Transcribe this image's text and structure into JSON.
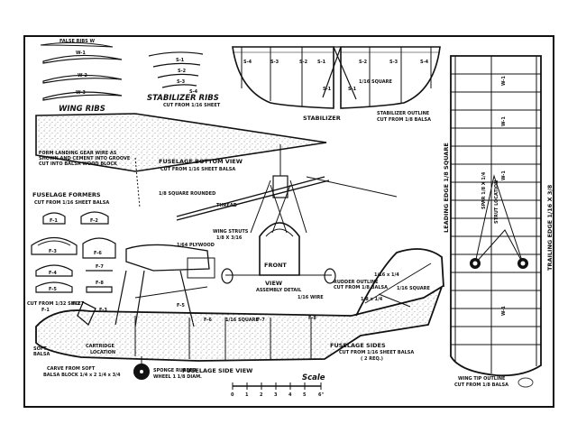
{
  "labels": {
    "false_ribs": "FALSE RIBS W",
    "w1": "W-1",
    "w2": "W-2",
    "w3": "W-3",
    "wing_ribs": "WING RIBS",
    "s1": "S-1",
    "s2": "S-2",
    "s3": "S-3",
    "s4": "S-4",
    "stab_ribs": "STABILIZER RIBS",
    "stab_ribs_sub": "CUT FROM 1/16 SHEET",
    "stabilizer": "STABILIZER",
    "stab_outline1": "STABILIZER OUTLINE",
    "stab_outline2": "CUT FROM 1/8 BALSA",
    "sq116": "1/16 SQUARE",
    "gear1": "FORM LANDING GEAR WIRE AS",
    "gear2": "SHOWN AND CEMENT INTO GROOVE",
    "gear3": "CUT INTO BALSA WOOD BLOCK",
    "bottom1": "FUSELAGE BOTTOM VIEW",
    "bottom2": "CUT FROM 1/16 SHEET BALSA",
    "formers1": "FUSELAGE FORMERS",
    "formers2": "CUT FROM 1/16 SHEET BALSA",
    "f1": "F-1",
    "f2": "F-2",
    "f3": "F-3",
    "f4": "F-4",
    "f5": "F-5",
    "f6": "F-6",
    "f7": "F-7",
    "f8": "F-8",
    "sq_rounded": "1/8 SQUARE ROUNDED",
    "thread": "THREAD",
    "struts1": "WING STRUTS",
    "struts2": "1/8 X 3/16",
    "plywood": "1/64 PLYWOOD",
    "front1": "FRONT",
    "front2": "VIEW",
    "front3": "ASSEMBLY DETAIL",
    "wire": "1/16 WIRE",
    "rudder1": "RUDDER OUTLINE",
    "rudder2": "CUT FROM 1/8 BALSA",
    "x116": "1/16 x 1/4",
    "x18": "1/8 x 1/4",
    "cut132": "CUT FROM 1/32 SHEET",
    "soft_balsa1": "SOFT",
    "soft_balsa2": "BALSA",
    "carve1": "CARVE FROM SOFT",
    "carve2": "BALSA BLOCK 1/4 x 2 1/4 x 3/4",
    "cart1": "CARTRIDGE",
    "cart2": "LOCATION",
    "sides1": "FUSELAGE SIDES",
    "sides2": "CUT FROM 1/16 SHEET BALSA",
    "sides3": "( 2 REQ.)",
    "side_view": "FUSELAGE SIDE VIEW",
    "sponge1": "SPONGE RUBBER",
    "sponge2": "WHEEL 1 1/8 DIAM.",
    "scale": "Scale",
    "tip1": "WING TIP OUTLINE",
    "tip2": "CUT FROM 1/8 BALSA",
    "leading": "LEADING EDGE 1/8 SQUARE",
    "trailing": "TRAILING EDGE 1/16 X 3/8",
    "spar": "SPAR 1/8 X 1/4",
    "strut_loc": "STRUT LOCATION",
    "w_rib": "W-1"
  },
  "scale_ticks": [
    "0",
    "1",
    "2",
    "3",
    "4",
    "5",
    "6\""
  ]
}
